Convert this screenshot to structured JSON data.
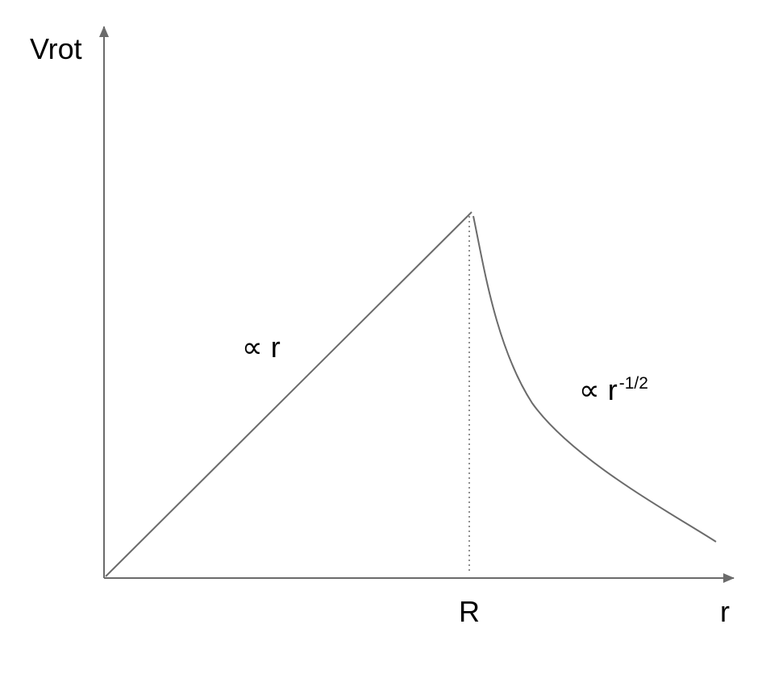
{
  "diagram": {
    "y_axis_label": "Vrot",
    "x_axis_label": "r",
    "marker_label": "R",
    "inner_annotation": "∝ r",
    "outer_annotation_base": "∝ r",
    "outer_annotation_exponent": "-1/2",
    "line_color": "#6b6b6b",
    "text_color": "#000000"
  }
}
